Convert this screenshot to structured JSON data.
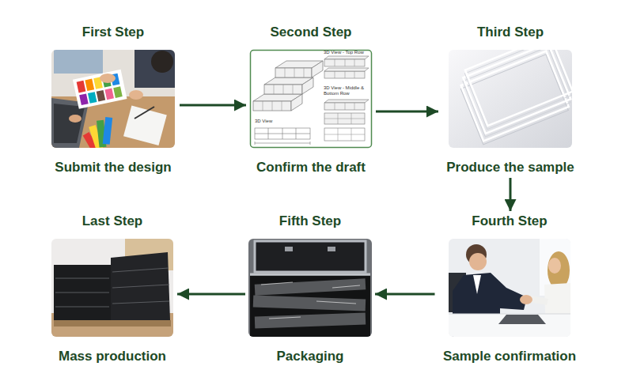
{
  "diagram": {
    "nodes": [
      {
        "text": [
          "First Step",
          "Submit the design"
        ]
      },
      {
        "text": [
          "Second Step",
          "Confirm the draft"
        ]
      },
      {
        "text": [
          "Third Step",
          "Produce the sample"
        ]
      },
      {
        "text": [
          "Fourth Step",
          "Sample confirmation"
        ]
      },
      {
        "text": [
          "Fifth Step",
          "Packaging"
        ]
      },
      {
        "text": [
          "Last Step",
          "Mass production"
        ]
      }
    ],
    "edges": [
      {
        "from": 0,
        "to": 1,
        "arrow": "to"
      },
      {
        "from": 1,
        "to": 2,
        "arrow": "to"
      },
      {
        "from": 2,
        "to": 3,
        "arrow": "to"
      },
      {
        "from": 3,
        "to": 4,
        "arrow": "to"
      },
      {
        "from": 4,
        "to": 5,
        "arrow": "to"
      }
    ],
    "labels": [
      "3D View - Top Row",
      "3D View",
      "3D View - Middle & Bottom Row"
    ]
  }
}
